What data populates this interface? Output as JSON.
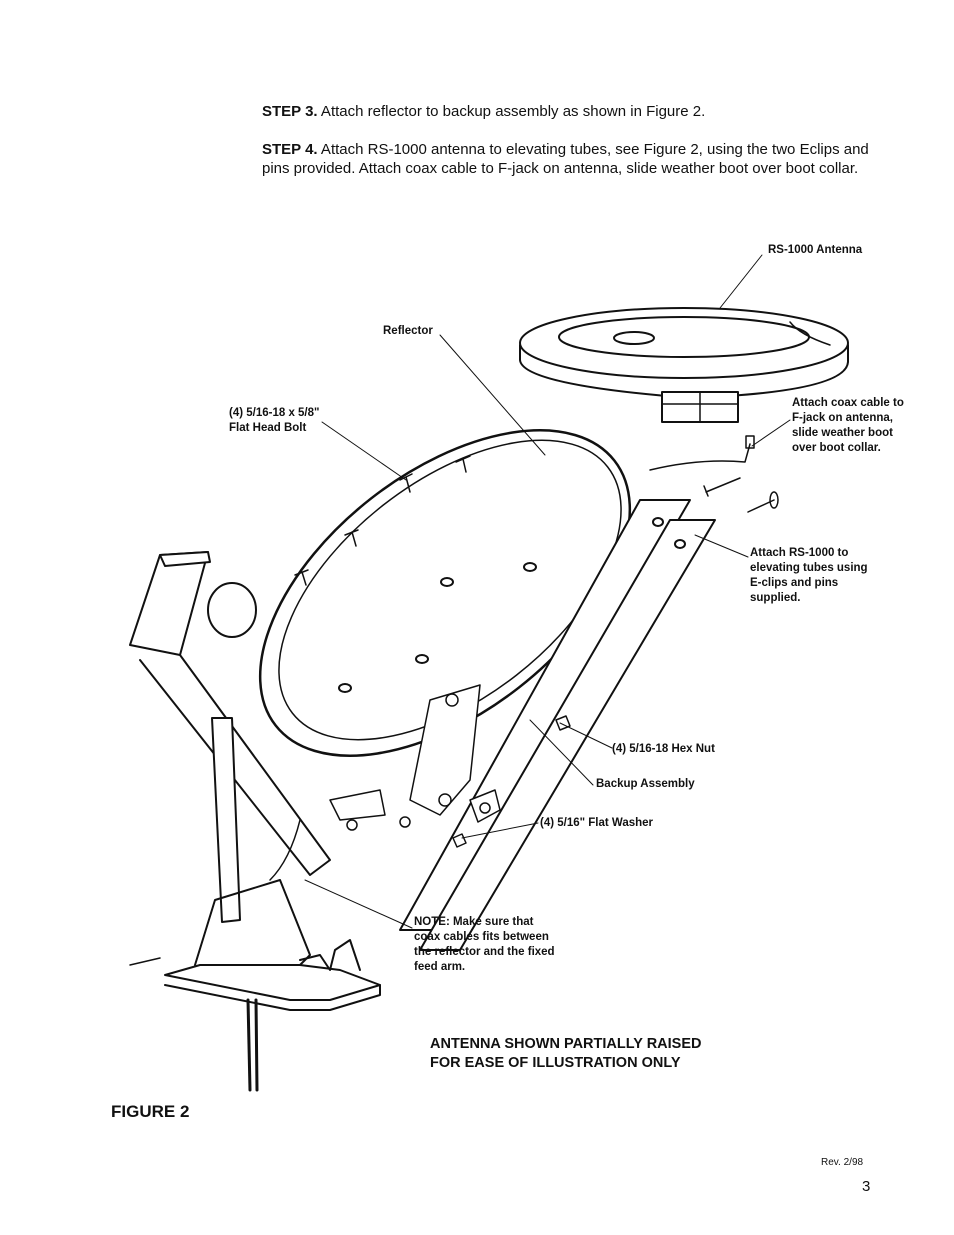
{
  "steps": [
    {
      "label": "STEP 3.",
      "text": "  Attach reflector to backup assembly as shown in Figure 2."
    },
    {
      "label": "STEP 4.",
      "text": " Attach RS-1000 antenna to elevating tubes, see Figure 2, using the two Eclips and pins provided.  Attach coax cable to F-jack on antenna, slide weather boot over boot  collar."
    }
  ],
  "callouts": {
    "rs1000": "RS-1000 Antenna",
    "reflector": "Reflector",
    "bolt": "(4) 5/16-18 x 5/8\"\nFlat Head Bolt",
    "coax": "Attach coax cable to\nF-jack on antenna,\nslide weather boot\nover boot collar.",
    "attach": "Attach RS-1000 to\nelevating tubes using\nE-clips and pins\nsupplied.",
    "hexnut": "(4) 5/16-18 Hex Nut",
    "backup": "Backup Assembly",
    "washer": "(4) 5/16\" Flat Washer",
    "note": "NOTE:  Make sure that\ncoax cables fits between\nthe reflector and the fixed\nfeed arm."
  },
  "caption": "ANTENNA SHOWN PARTIALLY RAISED\nFOR EASE OF ILLUSTRATION ONLY",
  "figure_label": "FIGURE 2",
  "revision": "Rev. 2/98",
  "page_number": "3"
}
